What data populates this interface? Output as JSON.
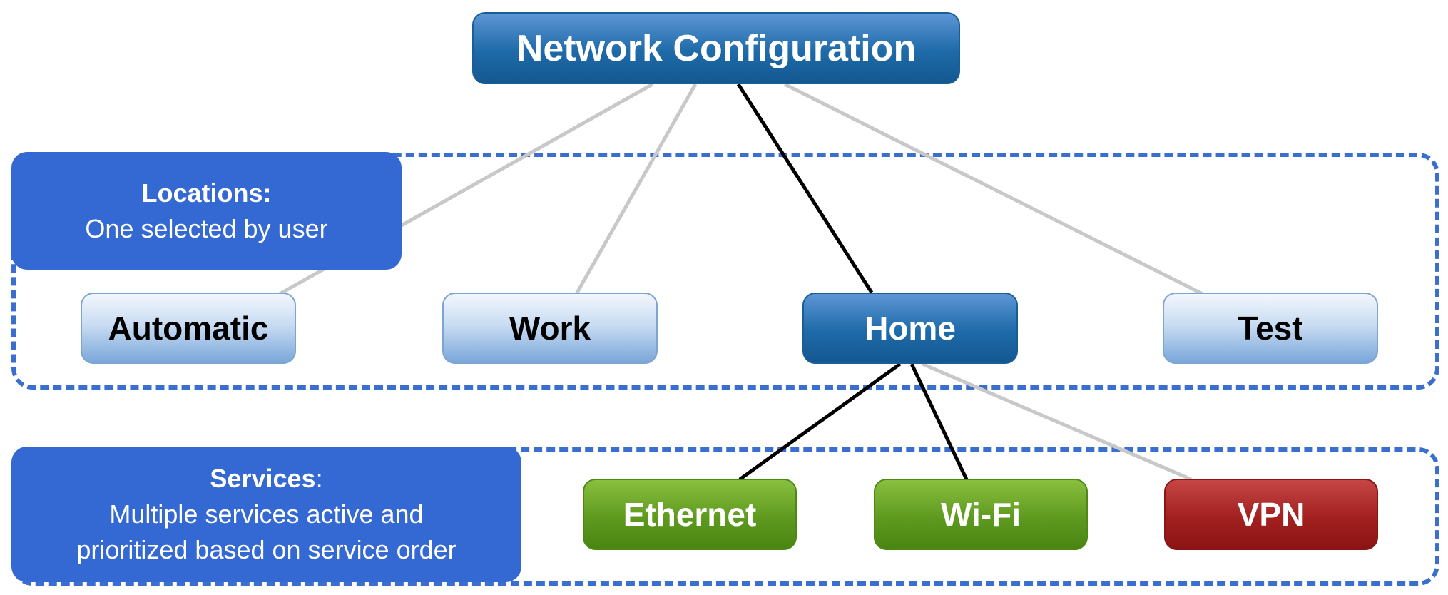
{
  "root": {
    "label": "Network Configuration"
  },
  "locations": {
    "panel_title": "Locations:",
    "panel_desc": "One selected by user",
    "items": [
      {
        "label": "Automatic",
        "selected": false
      },
      {
        "label": "Work",
        "selected": false
      },
      {
        "label": "Home",
        "selected": true
      },
      {
        "label": "Test",
        "selected": false
      }
    ]
  },
  "services": {
    "panel_title": "Services",
    "panel_title_suffix": ":",
    "panel_desc_line1": "Multiple services active and",
    "panel_desc_line2": "prioritized based on service order",
    "items": [
      {
        "label": "Ethernet",
        "active": true,
        "color": "#5e9a1f"
      },
      {
        "label": "Wi-Fi",
        "active": true,
        "color": "#5e9a1f"
      },
      {
        "label": "VPN",
        "active": false,
        "color": "#a22020"
      }
    ]
  },
  "colors": {
    "panel_blue": "#3468d3",
    "dashed_frame": "#3a6fd0",
    "active_link": "#000000",
    "inactive_link": "#c8c8c8"
  }
}
